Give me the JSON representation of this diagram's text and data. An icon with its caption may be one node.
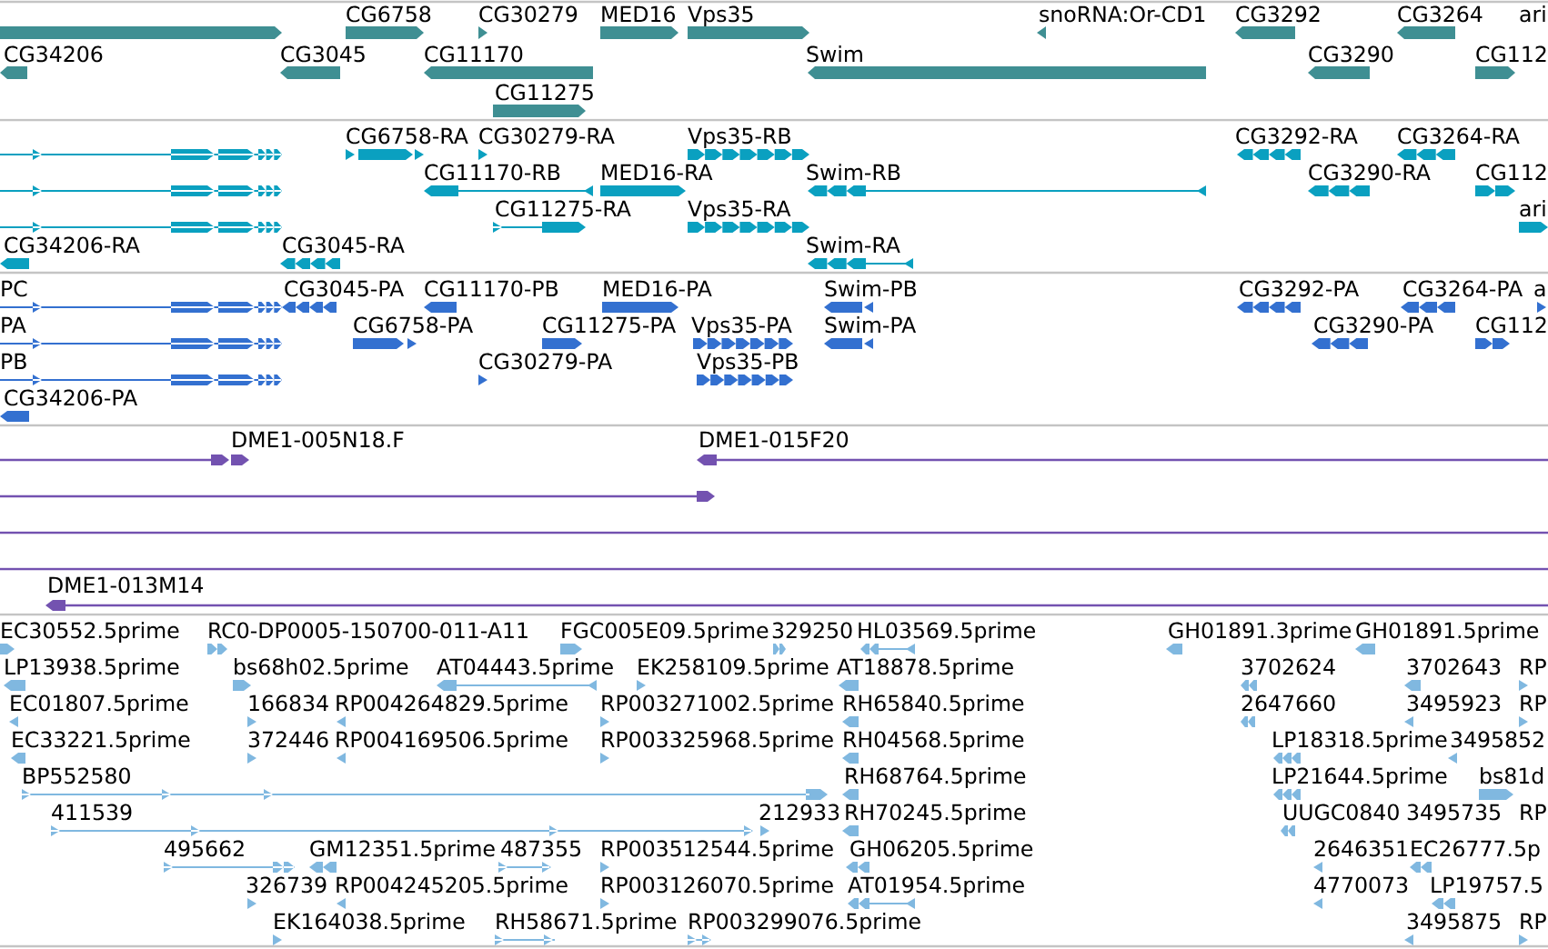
{
  "diagram": {
    "labels": [
      "CG6758",
      "CG30279",
      "MED16",
      "Vps35",
      "snoRNA:Or-CD1",
      "CG3292",
      "CG3264",
      "ari",
      "CG34206",
      "CG3045",
      "CG11170",
      "Swim",
      "CG3290",
      "CG112",
      "CG11275",
      "CG6758-RA",
      "CG30279-RA",
      "Vps35-RB",
      "CG3292-RA",
      "CG3264-RA",
      "CG11170-RB",
      "MED16-RA",
      "Swim-RB",
      "CG3290-RA",
      "CG112",
      "CG11275-RA",
      "Vps35-RA",
      "ari",
      "CG34206-RA",
      "CG3045-RA",
      "Swim-RA",
      "PC",
      "CG3045-PA",
      "CG11170-PB",
      "MED16-PA",
      "Swim-PB",
      "CG3292-PA",
      "CG3264-PA",
      "a",
      "PA",
      "CG6758-PA",
      "CG11275-PA",
      "Vps35-PA",
      "Swim-PA",
      "CG3290-PA",
      "CG112",
      "PB",
      "CG30279-PA",
      "Vps35-PB",
      "CG34206-PA",
      "DME1-005N18.F",
      "DME1-015F20",
      "DME1-013M14",
      "EC30552.5prime",
      "RC0-DP0005-150700-011-A11",
      "FGC005E09.5prime",
      "329250",
      "HL03569.5prime",
      "GH01891.3prime",
      "GH01891.5prime",
      "LP13938.5prime",
      "bs68h02.5prime",
      "AT04443.5prime",
      "EK258109.5prime",
      "AT18878.5prime",
      "3702624",
      "3702643",
      "RP",
      "EC01807.5prime",
      "166834",
      "RP004264829.5prime",
      "RP003271002.5prime",
      "RH65840.5prime",
      "2647660",
      "3495923",
      "RP",
      "EC33221.5prime",
      "372446",
      "RP004169506.5prime",
      "RP003325968.5prime",
      "RH04568.5prime",
      "LP18318.5prime",
      "3495852",
      "BP552580",
      "RH68764.5prime",
      "LP21644.5prime",
      "bs81d",
      "411539",
      "212933",
      "RH70245.5prime",
      "UUGC0840",
      "3495735",
      "RP",
      "495662",
      "GM12351.5prime",
      "487355",
      "RP003512544.5prime",
      "GH06205.5prime",
      "2646351",
      "EC26777.5p",
      "326739",
      "RP004245205.5prime",
      "RP003126070.5prime",
      "AT01954.5prime",
      "4770073",
      "LP19757.5",
      "EK164038.5prime",
      "RH58671.5prime",
      "RP003299076.5prime",
      "3495875",
      "RP"
    ]
  }
}
